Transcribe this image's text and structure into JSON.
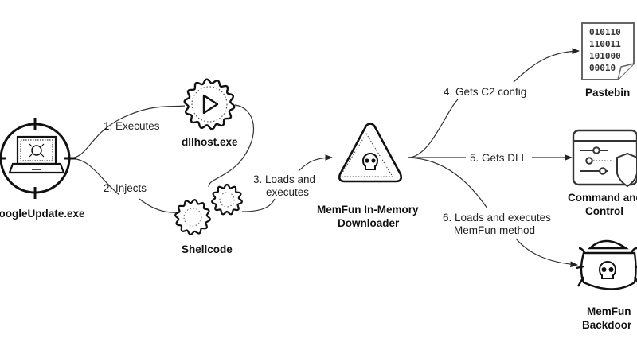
{
  "nodes": {
    "googleupdate": {
      "label": "GoogleUpdate.exe",
      "icon": "infected-laptop-target-icon"
    },
    "dllhost": {
      "label": "dllhost.exe",
      "icon": "play-gear-icon"
    },
    "shellcode": {
      "label": "Shellcode",
      "icon": "gears-icon"
    },
    "downloader": {
      "label_line1": "MemFun In-Memory",
      "label_line2": "Downloader",
      "icon": "skull-warning-triangle-icon"
    },
    "pastebin": {
      "label": "Pastebin",
      "icon": "binary-document-icon",
      "binary_lines": [
        "010110",
        "110011",
        "101000",
        "00010"
      ]
    },
    "c2": {
      "label_line1": "Command and",
      "label_line2": "Control",
      "icon": "control-panel-shield-icon"
    },
    "backdoor": {
      "label_line1": "MemFun",
      "label_line2": "Backdoor",
      "icon": "skull-bug-icon"
    }
  },
  "edges": [
    {
      "id": "e1",
      "label": "1. Executes",
      "from": "GoogleUpdate.exe",
      "to": "dllhost.exe"
    },
    {
      "id": "e2",
      "label": "2. Injects",
      "from": "GoogleUpdate.exe",
      "to": "Shellcode"
    },
    {
      "id": "e3",
      "label_line1": "3. Loads and",
      "label_line2": "executes",
      "from": "Shellcode",
      "to": "MemFun In-Memory Downloader"
    },
    {
      "id": "e4",
      "label": "4. Gets C2 config",
      "from": "MemFun In-Memory Downloader",
      "to": "Pastebin"
    },
    {
      "id": "e5",
      "label": "5. Gets DLL",
      "from": "MemFun In-Memory Downloader",
      "to": "Command and Control"
    },
    {
      "id": "e6",
      "label_line1": "6. Loads and executes",
      "label_line2": "MemFun method",
      "from": "MemFun In-Memory Downloader",
      "to": "MemFun Backdoor"
    }
  ]
}
